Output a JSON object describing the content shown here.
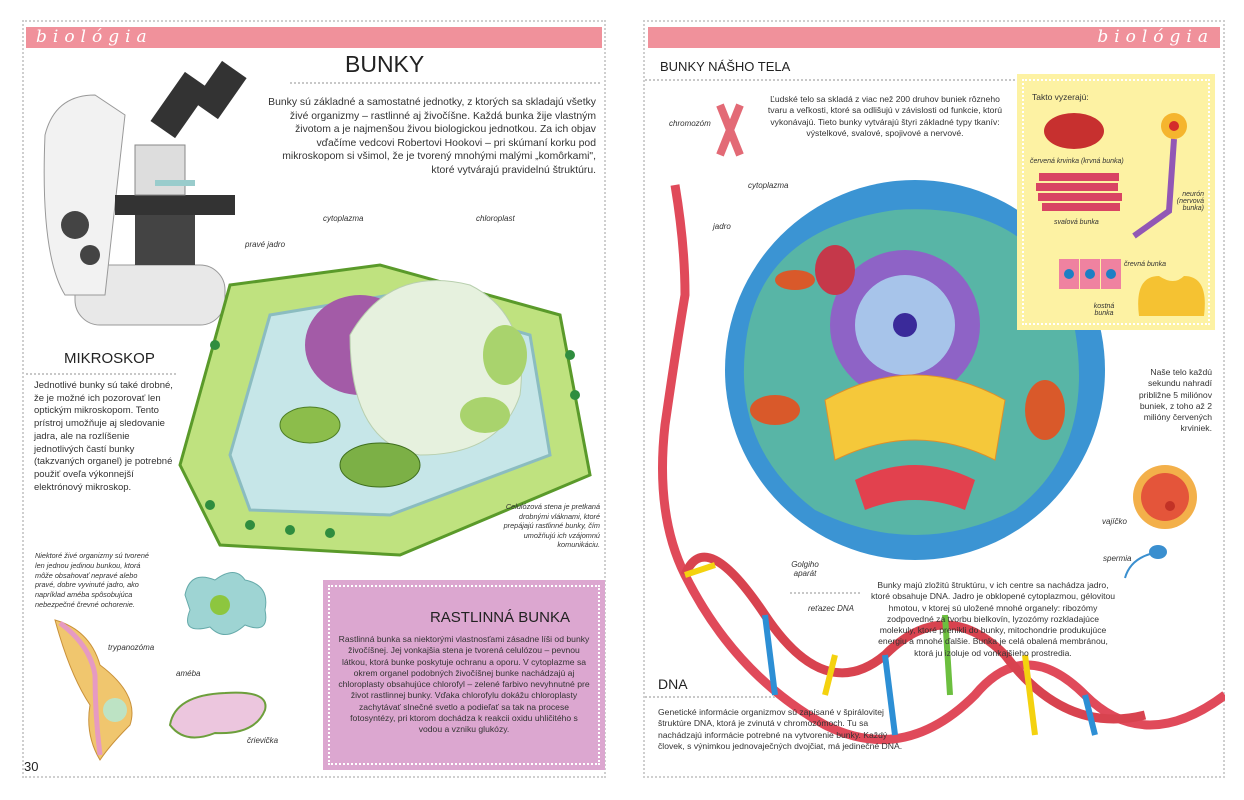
{
  "left_page": {
    "header": "biológia",
    "title": "BUNKY",
    "intro": "Bunky sú základné a samostatné jednotky, z ktorých sa skladajú všetky živé organizmy – rastlinné aj živočíšne. Každá bunka žije vlastným životom a je najmenšou živou biologickou jednotkou. Za ich objav vďačíme vedcovi Robertovi Hookovi – pri skúmaní korku pod mikroskopom si všimol, že je tvorený mnohými malými „komôrkami\", ktoré vytvárajú pravidelnú štruktúru.",
    "microscope": {
      "title": "MIKROSKOP",
      "text": "Jednotlivé bunky sú také drobné, že je možné ich pozorovať len optickým mikroskopom. Tento prístroj umožňuje aj sledovanie jadra, ale na rozlíšenie jednotlivých častí bunky (takzvaných organel) je potrebné použiť oveľa výkonnejší elektrónový mikroskop."
    },
    "plant_labels": {
      "nucleus": "pravé jadro",
      "cytoplasm": "cytoplazma",
      "chloroplast": "chloroplast",
      "wall_note": "Celulózová stena je pretkaná drobnými vláknami, ktoré prepájajú rastlinné bunky, čím umožňujú ich vzájomnú komunikáciu."
    },
    "single_cell_note": "Niektoré živé organizmy sú tvorené len jednou jedinou bunkou, ktorá môže obsahovať nepravé alebo pravé, dobre vyvinuté jadro, ako napríklad améba spôsobujúca nebezpečné črevné ochorenie.",
    "organisms": {
      "trypanosome": "trypanozóma",
      "amoeba": "améba",
      "paramecium": "črievička"
    },
    "plant_cell": {
      "title": "RASTLINNÁ BUNKA",
      "text": "Rastlinná bunka sa niektorými vlastnosťami zásadne líši od bunky živočíšnej. Jej vonkajšia stena je tvorená celulózou – pevnou látkou, ktorá bunke poskytuje ochranu a oporu. V cytoplazme sa okrem organel podobných živočíšnej bunke nachádzajú aj chloroplasty obsahujúce chlorofyl – zelené farbivo nevyhnutné pre život rastlinnej bunky. Vďaka chlorofylu dokážu chloroplasty zachytávať slnečné svetlo a podieľať sa tak na procese fotosyntézy, pri ktorom dochádza k reakcii oxidu uhličitého s vodou a vzniku glukózy."
    },
    "page_number": "30"
  },
  "right_page": {
    "header": "biológia",
    "title": "BUNKY NÁŠHO TELA",
    "intro": "Ľudské telo sa skladá z viac než 200 druhov buniek rôzneho tvaru a veľkosti, ktoré sa odlišujú v závislosti od funkcie, ktorú vykonávajú. Tieto bunky vytvárajú štyri základné typy tkanív: výstelkové, svalové, spojivové a nervové.",
    "labels": {
      "chromosome": "chromozóm",
      "cytoplasm": "cytoplazma",
      "nucleus": "jadro",
      "golgi": "Golgiho aparát",
      "dna_chain": "reťazec DNA",
      "egg": "vajíčko",
      "sperm": "spermia"
    },
    "cell_types": {
      "title": "Takto vyzerajú:",
      "rbc": "červená krvinka (krvná bunka)",
      "muscle": "svalová bunka",
      "neuron": "neurón (nervová bunka)",
      "intestinal": "črevná bunka",
      "bone": "kostná bunka"
    },
    "fact": "Naše telo každú sekundu nahradí približne 5 miliónov buniek, z toho až 2 milióny červených krviniek.",
    "structure_text": "Bunky majú zložitú štruktúru, v ich centre sa nachádza jadro, ktoré obsahuje DNA. Jadro je obklopené cytoplazmou, gélovitou hmotou, v ktorej sú uložené mnohé organely: ribozómy zodpovedné za tvorbu bielkovín, lyzozómy rozkladajúce molekuly, ktoré prenikli do bunky, mitochondrie produkujúce energiu a mnohé ďalšie. Bunka je celá obalená membránou, ktorá ju izoluje od vonkajšieho prostredia.",
    "dna": {
      "title": "DNA",
      "text": "Genetické informácie organizmov sú zapísané v špirálovitej štruktúre DNA, ktorá je zvinutá v chromozómoch. Tu sa nachádzajú informácie potrebné na vytvorenie bunky. Každý človek, s výnimkou jednovaječných dvojčiat, má jedinečné DNA."
    }
  },
  "colors": {
    "header_bar": "#f0919b",
    "plant_box": "#dca7d0",
    "cell_types_box": "#fdf2a3"
  }
}
